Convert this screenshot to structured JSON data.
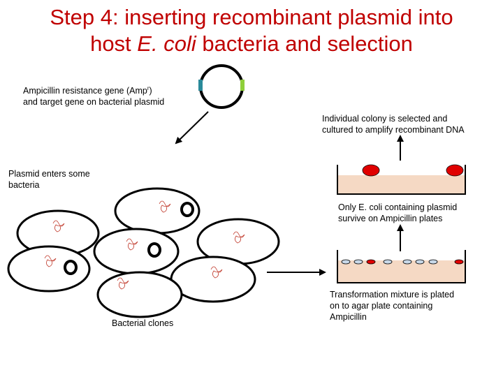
{
  "title": {
    "line1": "Step 4: inserting recombinant plasmid into",
    "line2_prefix": "host ",
    "line2_italic": "E. coli",
    "line2_suffix": " bacteria and selection"
  },
  "labels": {
    "ampicillin_line1_a": "Ampicillin resistance gene (Amp",
    "ampicillin_line1_sup": "r",
    "ampicillin_line1_b": ")",
    "ampicillin_line2": "and target gene on bacterial plasmid",
    "colony_line1": "Individual colony is selected and",
    "colony_line2": "cultured to amplify recombinant DNA",
    "plasmid_enters_line1": "Plasmid enters some",
    "plasmid_enters_line2": "bacteria",
    "only_ecoli_line1": "Only E. coli containing plasmid",
    "only_ecoli_line2": "survive on Ampicillin plates",
    "transformation_line1": "Transformation mixture is plated",
    "transformation_line2": "on to agar plate containing",
    "transformation_line3": "Ampicillin",
    "bacterial_clones": "Bacterial clones"
  },
  "colors": {
    "title": "#c00000",
    "agar": "#f5d9c4",
    "colony_red": "#e00000",
    "colony_blue": "#c8d8e8",
    "amp_gene": "#2a8a9a",
    "target_gene": "#8fcf3a",
    "dna_scribble": "#c0392b"
  }
}
